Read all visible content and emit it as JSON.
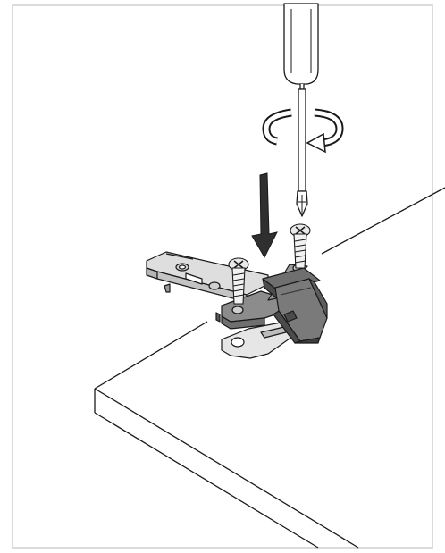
{
  "figure": {
    "kind": "assembly-instruction-illustration",
    "colors": {
      "frame": "#cfcfcf",
      "outline": "#1a1a1a",
      "metal_light": "#d7d7d7",
      "metal_mid": "#a9a9a9",
      "clip_dark": "#6f6f6f",
      "clip_darker": "#4b4b4b",
      "arrow": "#2f2f2f"
    },
    "icons": [
      "screwdriver-icon",
      "rotate-clockwise-icon",
      "down-arrow-icon",
      "screw-icon",
      "hinge-mounting-plate",
      "hinge-clip",
      "cabinet-panel"
    ]
  }
}
